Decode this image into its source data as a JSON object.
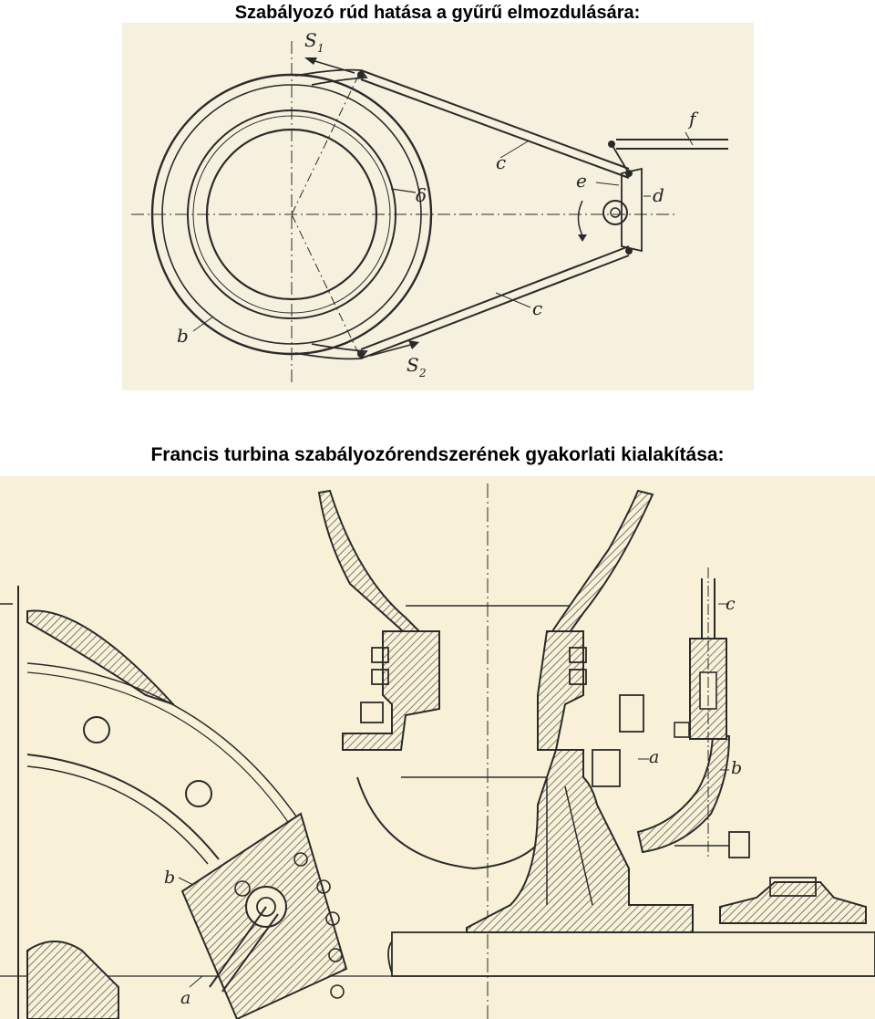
{
  "titles": {
    "top": "Szabályozó rúd hatása a gyűrű elmozdulására:",
    "bottom": "Francis turbina szabályozórendszerének gyakorlati kialakítása:"
  },
  "figure1": {
    "labels": {
      "s1": "S",
      "s1_sub": "1",
      "s2": "S",
      "s2_sub": "2",
      "c_upper": "c",
      "c_lower": "c",
      "f": "f",
      "e": "e",
      "d": "d",
      "b": "b",
      "delta": "δ"
    }
  },
  "figure2": {
    "labels": {
      "c": "c",
      "a_right": "a",
      "b_right": "b",
      "b_left": "b",
      "a_left": "a"
    }
  },
  "colors": {
    "ink": "#2a2a2a",
    "paper_top": "#f6f1df",
    "paper_bottom": "#f8f1d8",
    "hatch": "#4a4a4a"
  }
}
